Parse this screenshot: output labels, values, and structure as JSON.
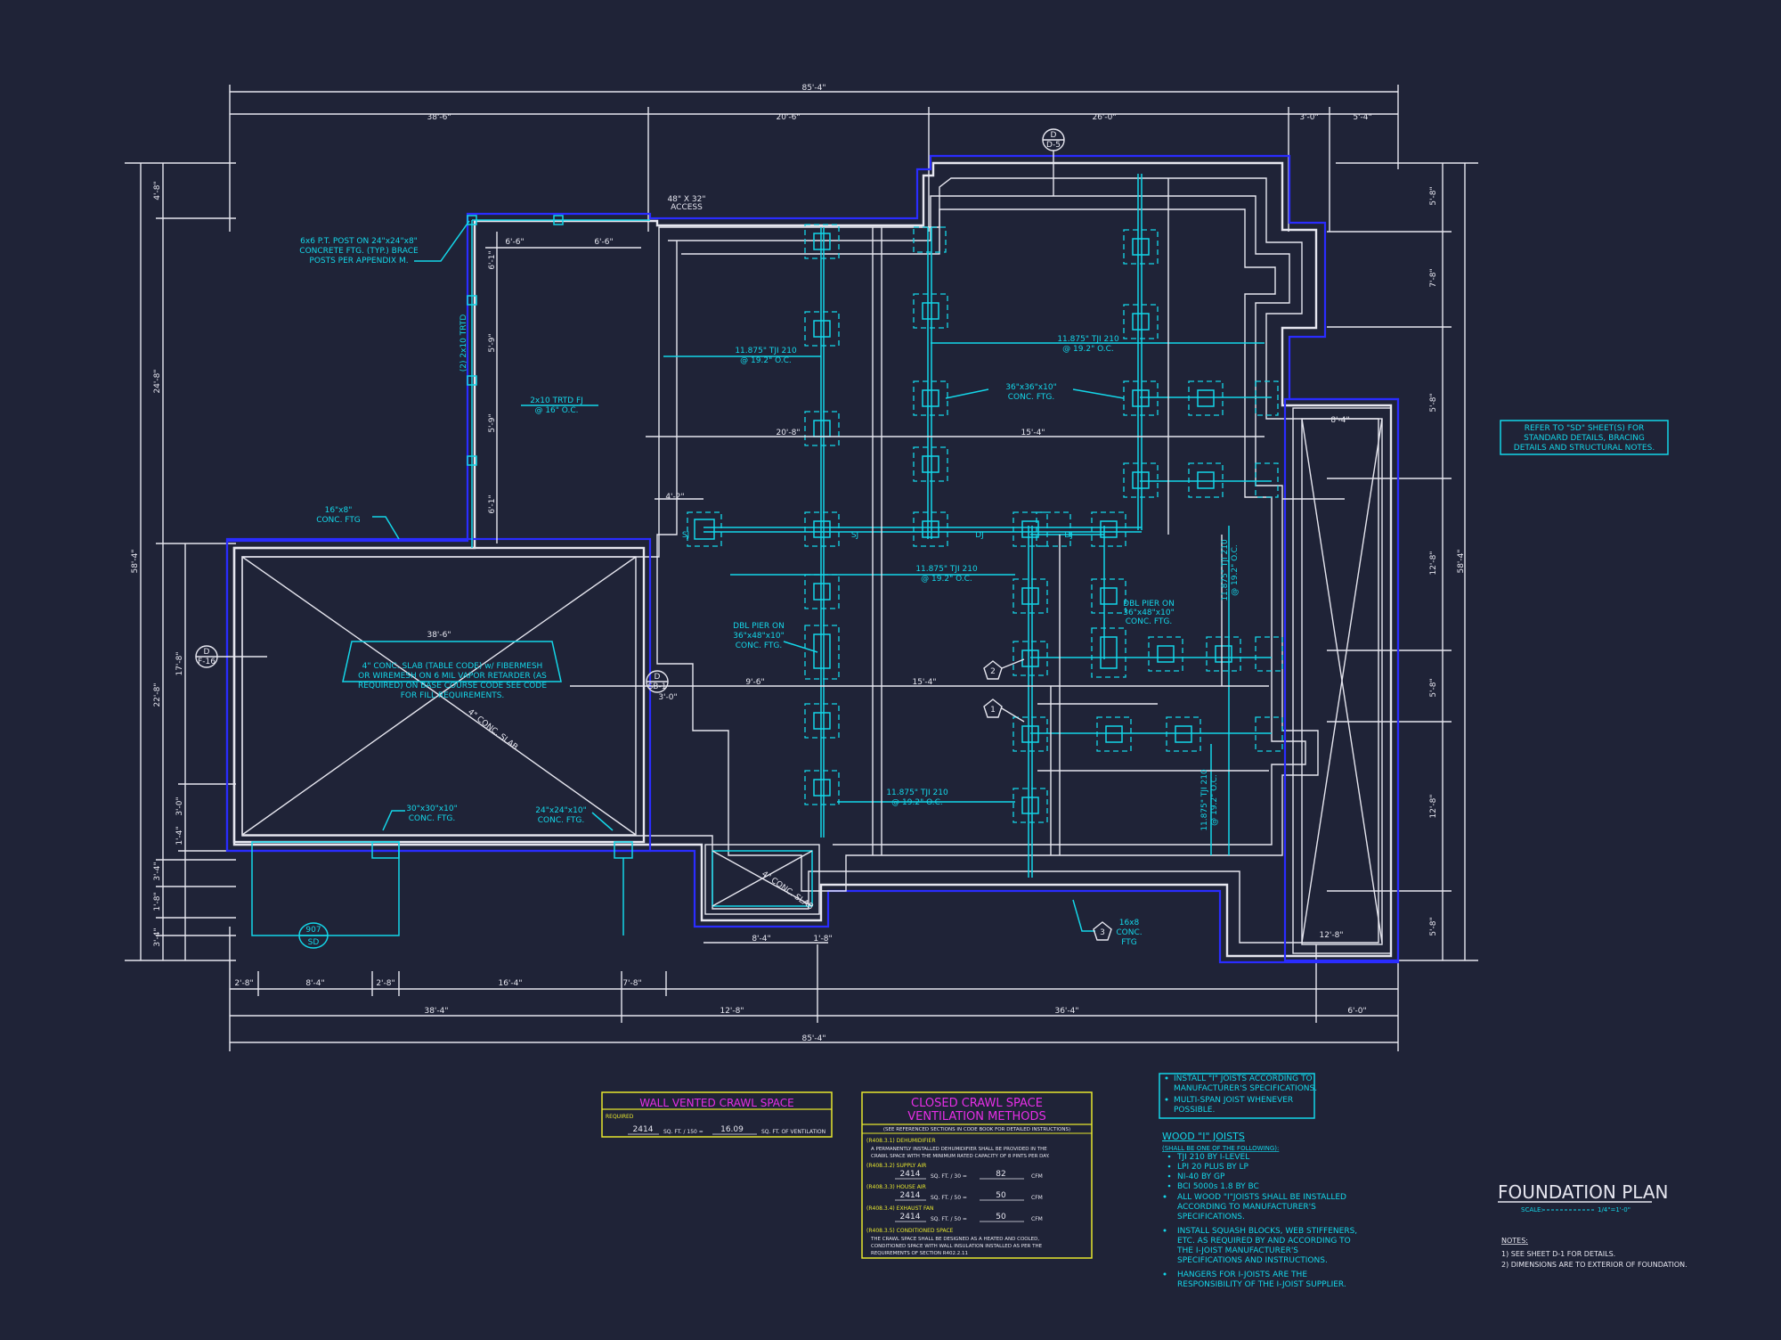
{
  "colors": {
    "background": "#1f2337",
    "wall": "#e6e6ef",
    "foundation_outline": "#2a2cff",
    "annotation": "#14d6e8",
    "magenta": "#e62ee6",
    "yellow": "#e6e62e"
  },
  "dims": {
    "top_overall": "85'-4\"",
    "top_seg1": "38'-6\"",
    "top_seg2": "20'-6\"",
    "top_seg3": "26'-0\"",
    "top_seg4": "3'-0\"",
    "top_seg5": "5'-4\"",
    "bottom_overall": "85'-4\"",
    "bottom_seg1": "38'-4\"",
    "bottom_seg2": "12'-8\"",
    "bottom_seg3": "36'-4\"",
    "bottom_seg4": "6'-0\"",
    "bottom_sub1": "2'-8\"",
    "bottom_sub2": "8'-4\"",
    "bottom_sub3": "2'-8\"",
    "bottom_sub4": "16'-4\"",
    "bottom_sub5": "7'-8\"",
    "left_overall": "58'-4\"",
    "left_seg1": "4'-8\"",
    "left_seg2": "24'-8\"",
    "left_seg3": "17'-8\"",
    "left_seg4": "22'-8\"",
    "left_seg5": "3'-0\"",
    "left_seg6": "1'-4\"",
    "left_seg7": "3'-4\"",
    "left_seg8": "1'-8\"",
    "left_seg9": "3'-4\"",
    "right_overall": "58'-4\"",
    "right_seg1": "5'-8\"",
    "right_seg2": "7'-8\"",
    "right_seg3": "5'-8\"",
    "right_seg4": "12'-8\"",
    "right_seg5": "5'-8\"",
    "right_seg6": "12'-8\"",
    "right_seg7": "5'-8\"",
    "in_garage_width": "38'-6\"",
    "in_porch_a": "6'-6\"",
    "in_porch_b": "6'-6\"",
    "in_20_8": "20'-8\"",
    "in_15_4a": "15'-4\"",
    "in_15_4b": "15'-4\"",
    "in_9_6": "9'-6\"",
    "in_4_2": "4'-2\"",
    "in_8_4": "8'-4\"",
    "in_8_4b": "8'-4\"",
    "in_12_8": "12'-8\"",
    "in_3_0": "3'-0\"",
    "in_1_8": "1'-8\""
  },
  "labels": {
    "post_note": [
      "6x6 P.T. POST ON 24\"x24\"x8\"",
      "CONCRETE FTG. (TYP.) BRACE",
      "POSTS PER APPENDIX M."
    ],
    "access": [
      "48\" X 32\"",
      "ACCESS"
    ],
    "tj_a": [
      "11.875\" TJI 210",
      "@ 19.2\" O.C."
    ],
    "tj_b": [
      "11.875\" TJI 210",
      "@ 19.2\" O.C."
    ],
    "tj_c": [
      "11.875\" TJI 210",
      "@ 19.2\" O.C."
    ],
    "tj_d": [
      "11.875\" TJI 210",
      "@ 19.2\" O.C."
    ],
    "tj_e": [
      "11.875\" TJI 210",
      "@ 19.2\" O.C."
    ],
    "tj_f": [
      "11.875\" TJI 210",
      "@ 19.2\" O.C."
    ],
    "conc_36": [
      "36\"x36\"x10\"",
      "CONC. FTG."
    ],
    "trtd": [
      "2x10 TRTD FJ",
      "@ 16\" O.C."
    ],
    "ftg16": [
      "16\"x8\"",
      "CONC. FTG"
    ],
    "dbl_pier_a": [
      "DBL PIER ON",
      "36\"x48\"x10\"",
      "CONC. FTG."
    ],
    "dbl_pier_b": [
      "DBL PIER ON",
      "36\"x48\"x10\"",
      "CONC. FTG."
    ],
    "slab_note": [
      "4\" CONC. SLAB (TABLE CODE) w/ FIBERMESH",
      "OR WIREMESH ON 6 MIL VAPOR RETARDER (AS",
      "REQUIRED) ON BASE COURSE CODE SEE CODE",
      "FOR FILL REQUIREMENTS."
    ],
    "slab_diag": "4\" CONC. SLAB",
    "ftg30": [
      "30\"x30\"x10\"",
      "CONC. FTG."
    ],
    "ftg24": [
      "24\"x24\"x10\"",
      "CONC. FTG."
    ],
    "ftg16b": [
      "16x8",
      "CONC.",
      "FTG"
    ],
    "stoop_slab": "4\" CONC. SLAB",
    "sj": "SJ",
    "dj": "DJ",
    "tag_beam": "(2) 2x10 TRTD",
    "tag_top": [
      "D",
      "D-5"
    ],
    "tag_left": [
      "D",
      "F-16"
    ],
    "tag_mid": [
      "D",
      "SB-1"
    ],
    "tag_bottom": [
      "907",
      "SD"
    ],
    "marker1": "1",
    "marker2": "2",
    "marker3": "3",
    "refer_note": [
      "REFER TO \"SD\" SHEET(S) FOR",
      "STANDARD DETAILS, BRACING",
      "DETAILS AND STRUCTURAL NOTES."
    ]
  },
  "wall_vented": {
    "title": "WALL VENTED CRAWL SPACE",
    "required": "REQUIRED",
    "area": "2414",
    "formula": "SQ. FT. / 150 =",
    "result": "16.09",
    "unit": "SQ. FT. OF VENTILATION"
  },
  "closed_crawl": {
    "title_1": "CLOSED CRAWL SPACE",
    "title_2": "VENTILATION METHODS",
    "subtitle": "(SEE REFERENCED SECTIONS IN CODE BOOK FOR DETAILED INSTRUCTIONS)",
    "s1_head": "(R408.3.1) DEHUMIDIFIER",
    "s1_body_1": "A PERMANENTLY INSTALLED DEHUMIDIFIER SHALL BE PROVIDED IN THE",
    "s1_body_2": "CRAWL SPACE WITH THE MINIMUM RATED CAPACITY OF 8 PINTS PER DAY.",
    "s2_head": "(R408.3.2) SUPPLY AIR",
    "s2_area": "2414",
    "s2_formula": "SQ. FT. / 30 =",
    "s2_result": "82",
    "s2_unit": "CFM",
    "s3_head": "(R408.3.3) HOUSE AIR",
    "s3_area": "2414",
    "s3_formula": "SQ. FT. / 50 =",
    "s3_result": "50",
    "s3_unit": "CFM",
    "s4_head": "(R408.3.4) EXHAUST FAN",
    "s4_area": "2414",
    "s4_formula": "SQ. FT. / 50 =",
    "s4_result": "50",
    "s4_unit": "CFM",
    "s5_head": "(R408.3.5) CONDITIONED SPACE",
    "s5_body_1": "THE CRAWL SPACE SHALL BE DESIGNED AS A HEATED AND COOLED,",
    "s5_body_2": "CONDITIONED SPACE WITH WALL INSULATION INSTALLED AS PER THE",
    "s5_body_3": "REQUIREMENTS OF SECTION R402.2.11"
  },
  "joist_box": {
    "line1": "INSTALL \"I\" JOISTS ACCORDING TO",
    "line2": "MANUFACTURER'S SPECIFICATIONS.",
    "line3": "MULTI-SPAN JOIST WHENEVER",
    "line4": "POSSIBLE."
  },
  "wood_joists": {
    "title": "WOOD \"I\" JOISTS",
    "subtitle": "(SHALL BE ONE OF THE FOLLOWING):",
    "opt1": "TJI 210 BY I-LEVEL",
    "opt2": "LPI 20 PLUS BY LP",
    "opt3": "NI-40 BY GP",
    "opt4": "BCI 5000s 1.8 BY BC",
    "note1_1": "ALL WOOD \"I\"JOISTS SHALL BE INSTALLED",
    "note1_2": "ACCORDING TO MANUFACTURER'S",
    "note1_3": "SPECIFICATIONS.",
    "note2_1": "INSTALL SQUASH BLOCKS, WEB STIFFENERS,",
    "note2_2": "ETC. AS REQUIRED BY AND ACCORDING TO",
    "note2_3": "THE I-JOIST MANUFACTURER'S",
    "note2_4": "SPECIFICATIONS AND INSTRUCTIONS.",
    "note3_1": "HANGERS FOR I-JOISTS ARE THE",
    "note3_2": "RESPONSIBILITY OF THE I-JOIST SUPPLIER."
  },
  "title_block": {
    "title": "FOUNDATION PLAN",
    "scale_label": "SCALE:",
    "scale_value": "1/4\"=1'-0\"",
    "notes_head": "NOTES:",
    "note1": "1)  SEE SHEET D-1 FOR DETAILS.",
    "note2": "2)  DIMENSIONS ARE TO EXTERIOR OF FOUNDATION."
  }
}
